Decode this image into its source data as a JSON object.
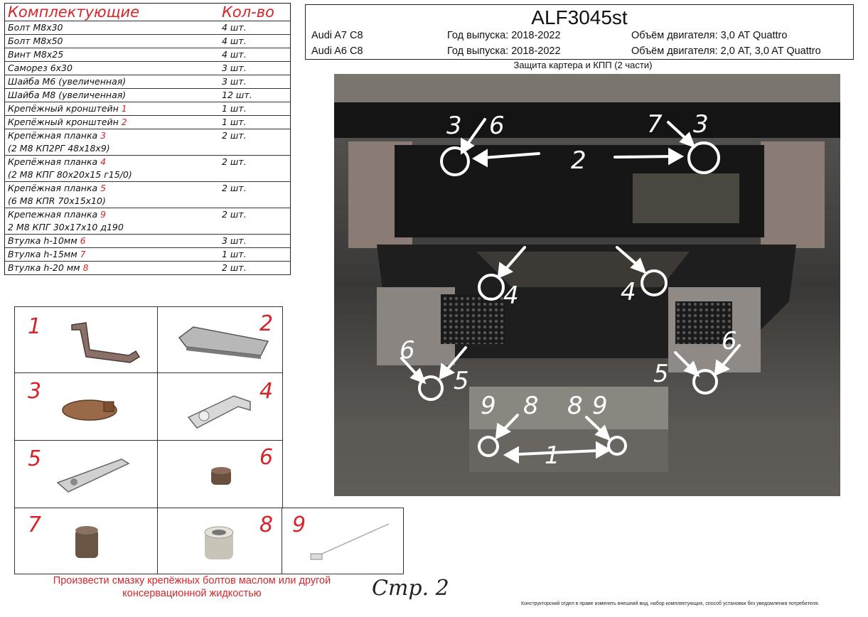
{
  "parts_table": {
    "header": {
      "name": "Комплектующие",
      "qty": "Кол-во"
    },
    "rows": [
      {
        "name": "Болт М8х30",
        "qty": "4 шт."
      },
      {
        "name": "Болт М8х50",
        "qty": "4 шт."
      },
      {
        "name": "Винт М8х25",
        "qty": "4 шт."
      },
      {
        "name": "Саморез 6х30",
        "qty": "3 шт."
      },
      {
        "name": "Шайба М6   (увеличенная)",
        "qty": "3 шт."
      },
      {
        "name": "Шайба М8   (увеличенная)",
        "qty": "12 шт."
      },
      {
        "name": "Крепёжный кронштейн",
        "num": "1",
        "qty": "1 шт."
      },
      {
        "name": "Крепёжный кронштейн",
        "num": "2",
        "qty": "1 шт."
      },
      {
        "name": "Крепёжная планка",
        "num": "3",
        "sub": "(2 М8 КП2РГ 48х18х9)",
        "qty": "2 шт."
      },
      {
        "name": "Крепёжная планка",
        "num": "4",
        "sub": "(2 М8 КПГ 80х20х15 г15/0)",
        "qty": "2 шт."
      },
      {
        "name": "Крепёжная планка",
        "num": "5",
        "sub": "(6 М8 КПR 70х15х10)",
        "qty": "2 шт."
      },
      {
        "name": "Крепежная планка",
        "num": "9",
        "sub": "2 М8 КПГ 30х17х10 д190",
        "qty": "2 шт."
      },
      {
        "name": "Втулка h-10мм",
        "num": "6",
        "qty": "3 шт."
      },
      {
        "name": "Втулка h-15мм",
        "num": "7",
        "qty": "1 шт."
      },
      {
        "name": "Втулка h-20 мм",
        "num": "8",
        "qty": "2 шт."
      }
    ]
  },
  "title": {
    "article": "ALF3045st",
    "models": [
      {
        "car": "Audi A7 C8",
        "years": "Год выпуска: 2018-2022",
        "engine": "Объём двигателя: 3,0 AT Quattro"
      },
      {
        "car": "Audi A6 C8",
        "years": "Год выпуска: 2018-2022",
        "engine": "Объём двигателя: 2,0 AT, 3,0 AT Quattro"
      }
    ]
  },
  "caption": "Защита картера и КПП (2 части)",
  "photo_labels": [
    "3",
    "6",
    "7",
    "3",
    "2",
    "4",
    "4",
    "6",
    "5",
    "6",
    "5",
    "9",
    "8",
    "8",
    "9",
    "1"
  ],
  "parts_grid": [
    "1",
    "2",
    "3",
    "4",
    "5",
    "6",
    "7",
    "8",
    "9"
  ],
  "note": "Произвести смазку крепёжных болтов маслом или другой консервационной жидкостью",
  "page": "Стр. 2",
  "disclaimer": "Конструкторский отдел в праве изменять внешний вид, набор комплектующих, способ установки без уведомления потребителя."
}
